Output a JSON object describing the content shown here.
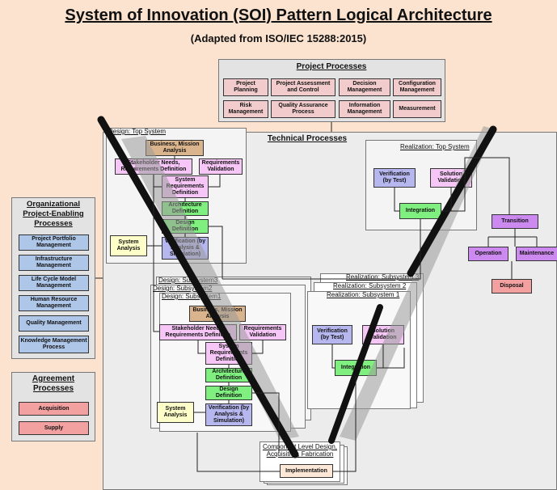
{
  "title": "System of Innovation (SOI) Pattern Logical Architecture",
  "subtitle": "(Adapted from ISO/IEC 15288:2015)",
  "project": {
    "header": "Project Processes",
    "items": [
      "Project Planning",
      "Project Assessment and Control",
      "Decision Management",
      "Configuration Management",
      "Risk Management",
      "Quality Assurance Process",
      "Information Management",
      "Measurement"
    ]
  },
  "technical": {
    "header": "Technical Processes"
  },
  "org": {
    "header": "Organizational Project-Enabling Processes",
    "items": [
      "Project Portfolio Management",
      "Infrastructure Management",
      "Life Cycle Model Management",
      "Human Resource Management",
      "Quality Management",
      "Knowledge Management Process"
    ]
  },
  "agreement": {
    "header": "Agreement Processes",
    "items": [
      "Acquisition",
      "Supply"
    ]
  },
  "design_top": {
    "label": "Design: Top System",
    "business": "Business, Mission Analysis",
    "stakeholder": "Stakeholder Needs, Requirements Definition",
    "req_validation": "Requirements Validation",
    "sys_req": "System Requirements Definition",
    "architecture": "Architecture Definition",
    "design_def": "Design Definition",
    "verification": "Verification (by Analysis & Simulation)",
    "system_analysis": "System Analysis"
  },
  "realization_top": {
    "label": "Realization: Top System",
    "verification_test": "Verification (by Test)",
    "solution_validation": "Solution Validation",
    "integration": "Integration"
  },
  "lifecycle": {
    "transition": "Transition",
    "operation": "Operation",
    "maintenance": "Maintenance",
    "disposal": "Disposal"
  },
  "design_sub": {
    "label3": "Design: Subsystem3",
    "label2": "Design: Subsystem2",
    "label1": "Design: Subsystem1",
    "business": "Business, Mission Analysis",
    "stakeholder": "Stakeholder Needs, Requirements Definition",
    "req_validation": "Requirements Validation",
    "sys_req": "System Requirements Definition",
    "architecture": "Architecture Definition",
    "design_def": "Design Definition",
    "verification": "Verification (by Analysis & Simulation)",
    "system_analysis": "System Analysis"
  },
  "realization_sub": {
    "label3": "Realization: Subsystem 3",
    "label2": "Realization: Subsystem 2",
    "label1": "Realization: Subsystem 1",
    "verification_test": "Verification (by Test)",
    "solution_validation": "Solution Validation",
    "integration": "Integration"
  },
  "component": {
    "label": "Component Level Design, Acquisition, Fabrication",
    "implementation": "Implementation"
  }
}
